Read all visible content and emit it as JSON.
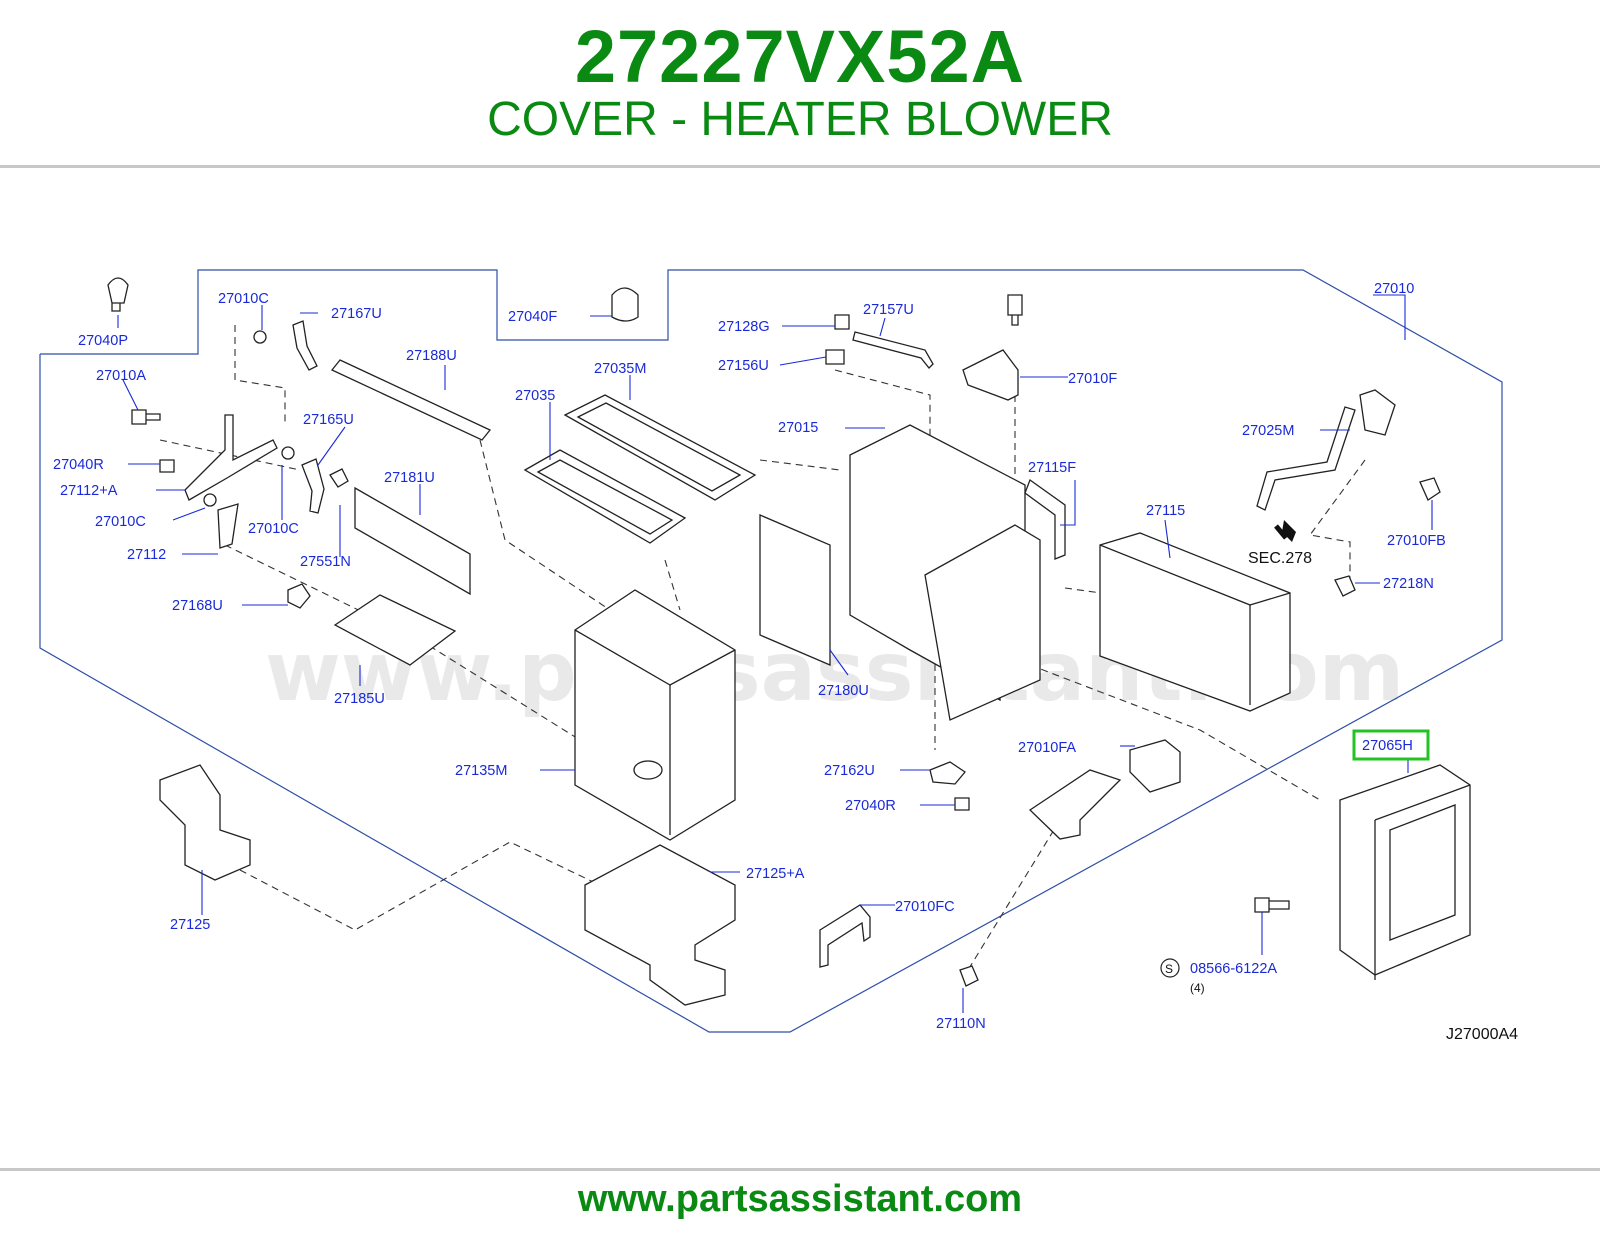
{
  "header": {
    "part_number": "27227VX52A",
    "part_name": "COVER - HEATER BLOWER"
  },
  "footer": {
    "url": "www.partsassistant.com"
  },
  "diagram": {
    "watermark": "www.partsassistant.com",
    "reference_code": "J27000A4",
    "section_ref": "SEC.278",
    "highlighted_part": "27065H",
    "highlight_color": "#22c322",
    "labels": {
      "p27040P": "27040P",
      "p27010C_a": "27010C",
      "p27167U": "27167U",
      "p27040F": "27040F",
      "p27128G": "27128G",
      "p27157U": "27157U",
      "p27010": "27010",
      "p27188U": "27188U",
      "p27035M": "27035M",
      "p27156U": "27156U",
      "p27010F": "27010F",
      "p27010A": "27010A",
      "p27035": "27035",
      "p27165U": "27165U",
      "p27015": "27015",
      "p27025M": "27025M",
      "p27040R_a": "27040R",
      "p27181U": "27181U",
      "p27115F": "27115F",
      "p27112A": "27112+A",
      "p27010C_b": "27010C",
      "p27010C_c": "27010C",
      "p27115": "27115",
      "p27010FB": "27010FB",
      "p27112": "27112",
      "p27551N": "27551N",
      "p27218N": "27218N",
      "p27168U": "27168U",
      "p27185U": "27185U",
      "p27180U": "27180U",
      "p27010FA": "27010FA",
      "p27135M": "27135M",
      "p27162U": "27162U",
      "p27040R_b": "27040R",
      "p27125A": "27125+A",
      "p27010FC": "27010FC",
      "p27125": "27125",
      "p08566": "08566-6122A",
      "qty": "(4)",
      "s_mark": "S",
      "p27110N": "27110N"
    }
  }
}
